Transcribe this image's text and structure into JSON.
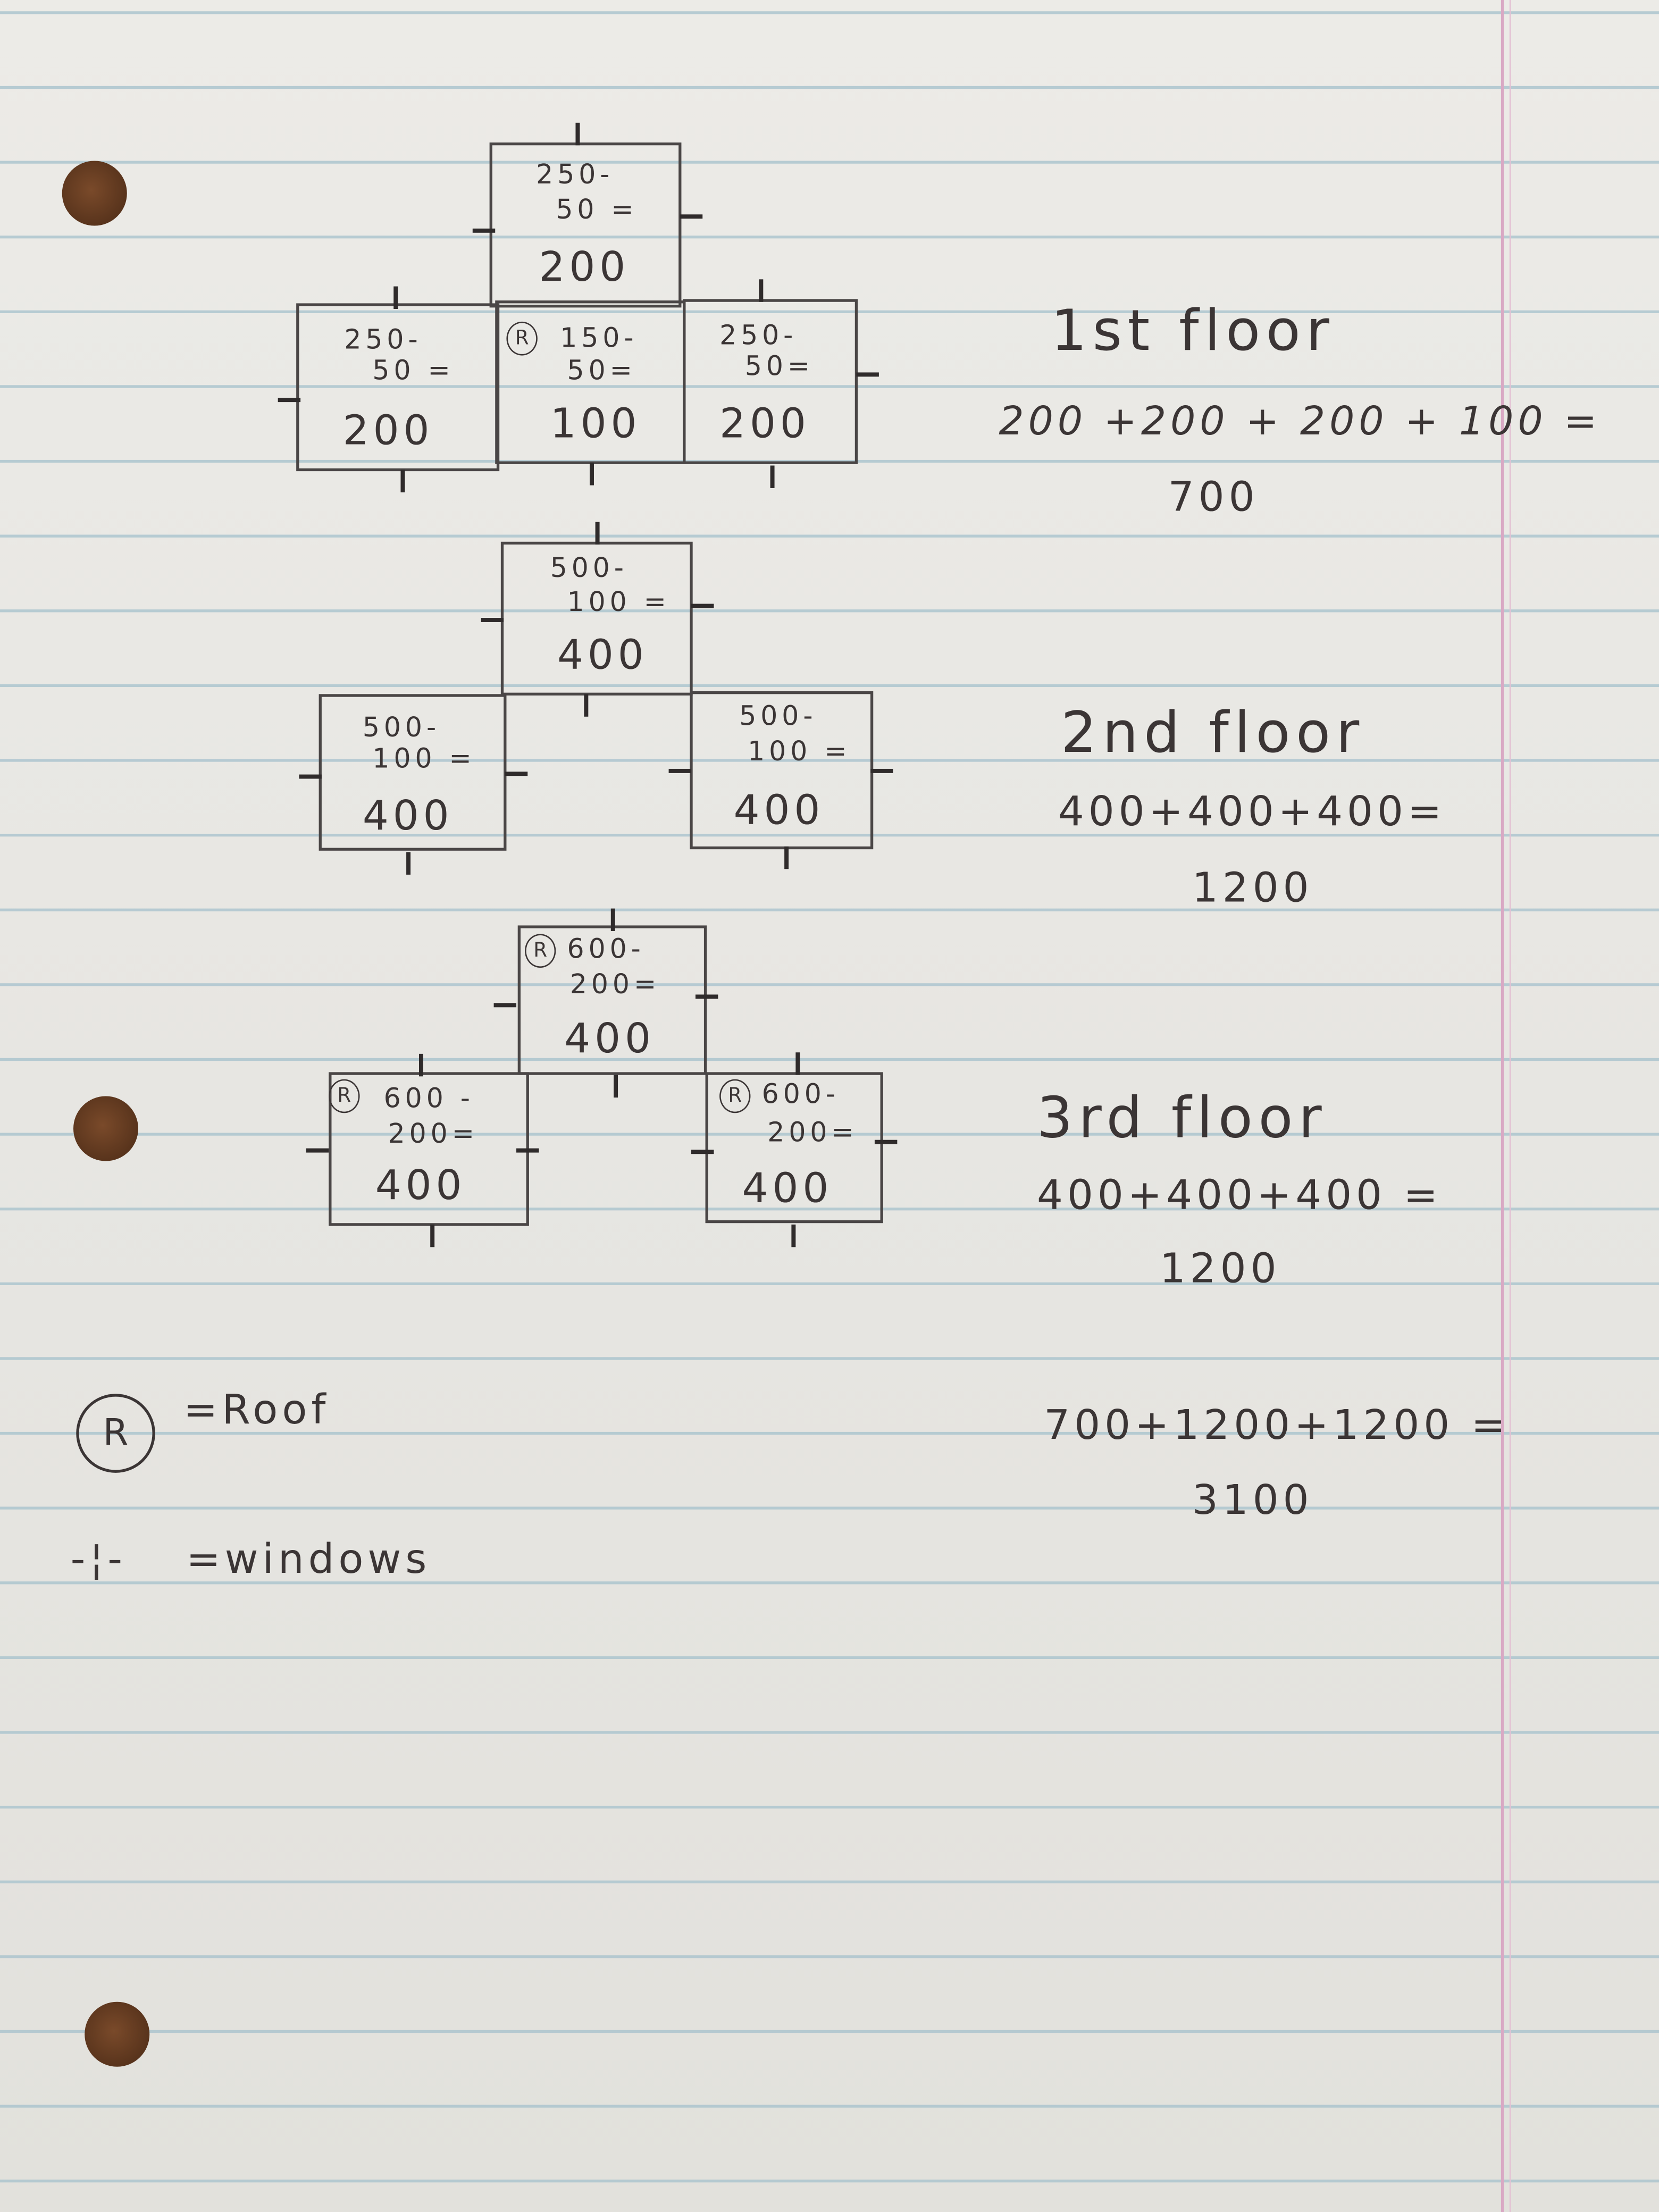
{
  "floors": [
    {
      "label": "1st floor",
      "equation": "200 +200 + 200 + 100 =",
      "total": "700",
      "boxes": [
        {
          "top": "250-",
          "mid": "50 =",
          "result": "200",
          "roof": false
        },
        {
          "top": "250-",
          "mid": "50 =",
          "result": "200",
          "roof": false
        },
        {
          "top": "150-",
          "mid": "50=",
          "result": "100",
          "roof": true
        },
        {
          "top": "250-",
          "mid": "50=",
          "result": "200",
          "roof": false
        }
      ]
    },
    {
      "label": "2nd floor",
      "equation": "400+400+400=",
      "total": "1200",
      "boxes": [
        {
          "top": "500-",
          "mid": "100 =",
          "result": "400",
          "roof": false
        },
        {
          "top": "500-",
          "mid": "100 =",
          "result": "400",
          "roof": false
        },
        {
          "top": "500-",
          "mid": "100 =",
          "result": "400",
          "roof": false
        }
      ]
    },
    {
      "label": "3rd floor",
      "equation": "400+400+400 =",
      "total": "1200",
      "boxes": [
        {
          "top": "600-",
          "mid": "200=",
          "result": "400",
          "roof": true
        },
        {
          "top": "600 -",
          "mid": "200=",
          "result": "400",
          "roof": true
        },
        {
          "top": "600-",
          "mid": "200=",
          "result": "400",
          "roof": true
        }
      ]
    }
  ],
  "grand": {
    "equation": "700+1200+1200 =",
    "total": "3100"
  },
  "legend": {
    "roof_symbol": "R",
    "roof_label": "=Roof",
    "window_symbol": "-¦-",
    "window_label": "=windows"
  }
}
